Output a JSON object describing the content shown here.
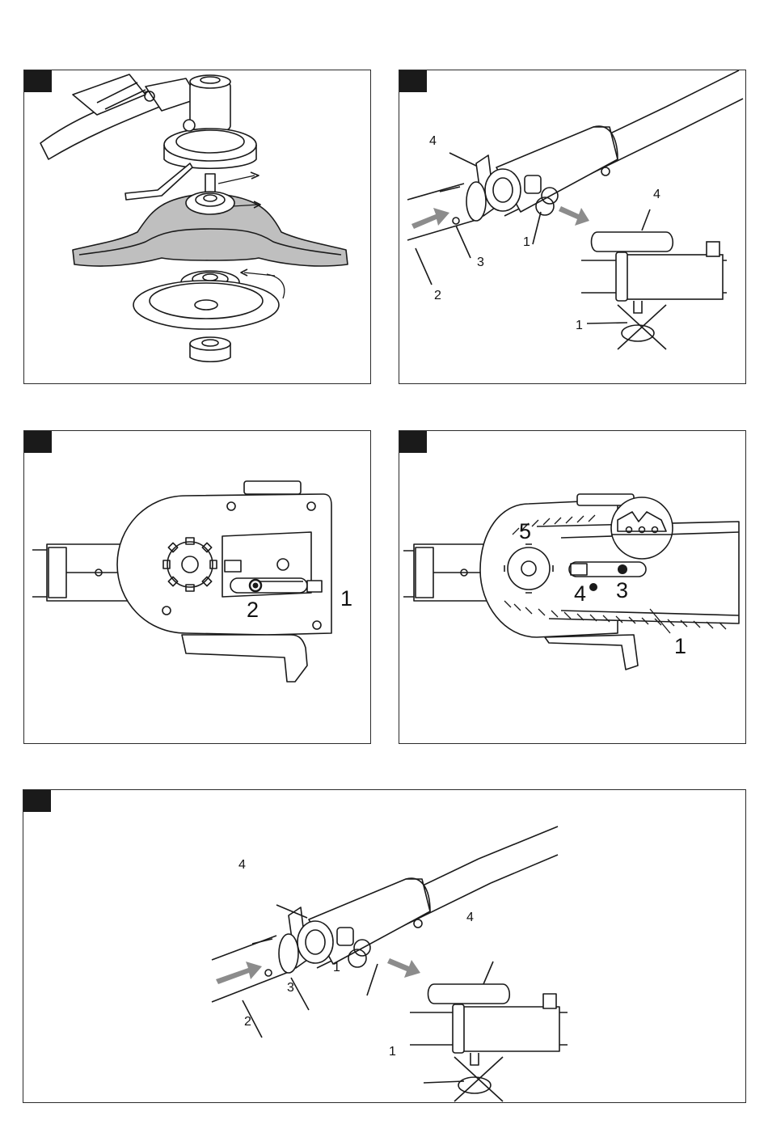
{
  "figures": [
    {
      "id": "fig-a",
      "caption_tab": "",
      "description_icon": "blade-assembly-illustration",
      "labels": []
    },
    {
      "id": "fig-b",
      "caption_tab": "",
      "description_icon": "shaft-coupling-illustration",
      "labels": [
        "4",
        "1",
        "3",
        "2",
        "4",
        "1"
      ]
    },
    {
      "id": "fig-c",
      "caption_tab": "",
      "description_icon": "chain-bar-housing-illustration",
      "labels": [
        "2",
        "1"
      ]
    },
    {
      "id": "fig-d",
      "caption_tab": "",
      "description_icon": "chain-saw-head-illustration",
      "labels": [
        "5",
        "4",
        "3",
        "1"
      ]
    },
    {
      "id": "fig-e",
      "caption_tab": "",
      "description_icon": "shaft-coupling-illustration",
      "labels": [
        "4",
        "1",
        "3",
        "2",
        "4",
        "1"
      ]
    }
  ]
}
